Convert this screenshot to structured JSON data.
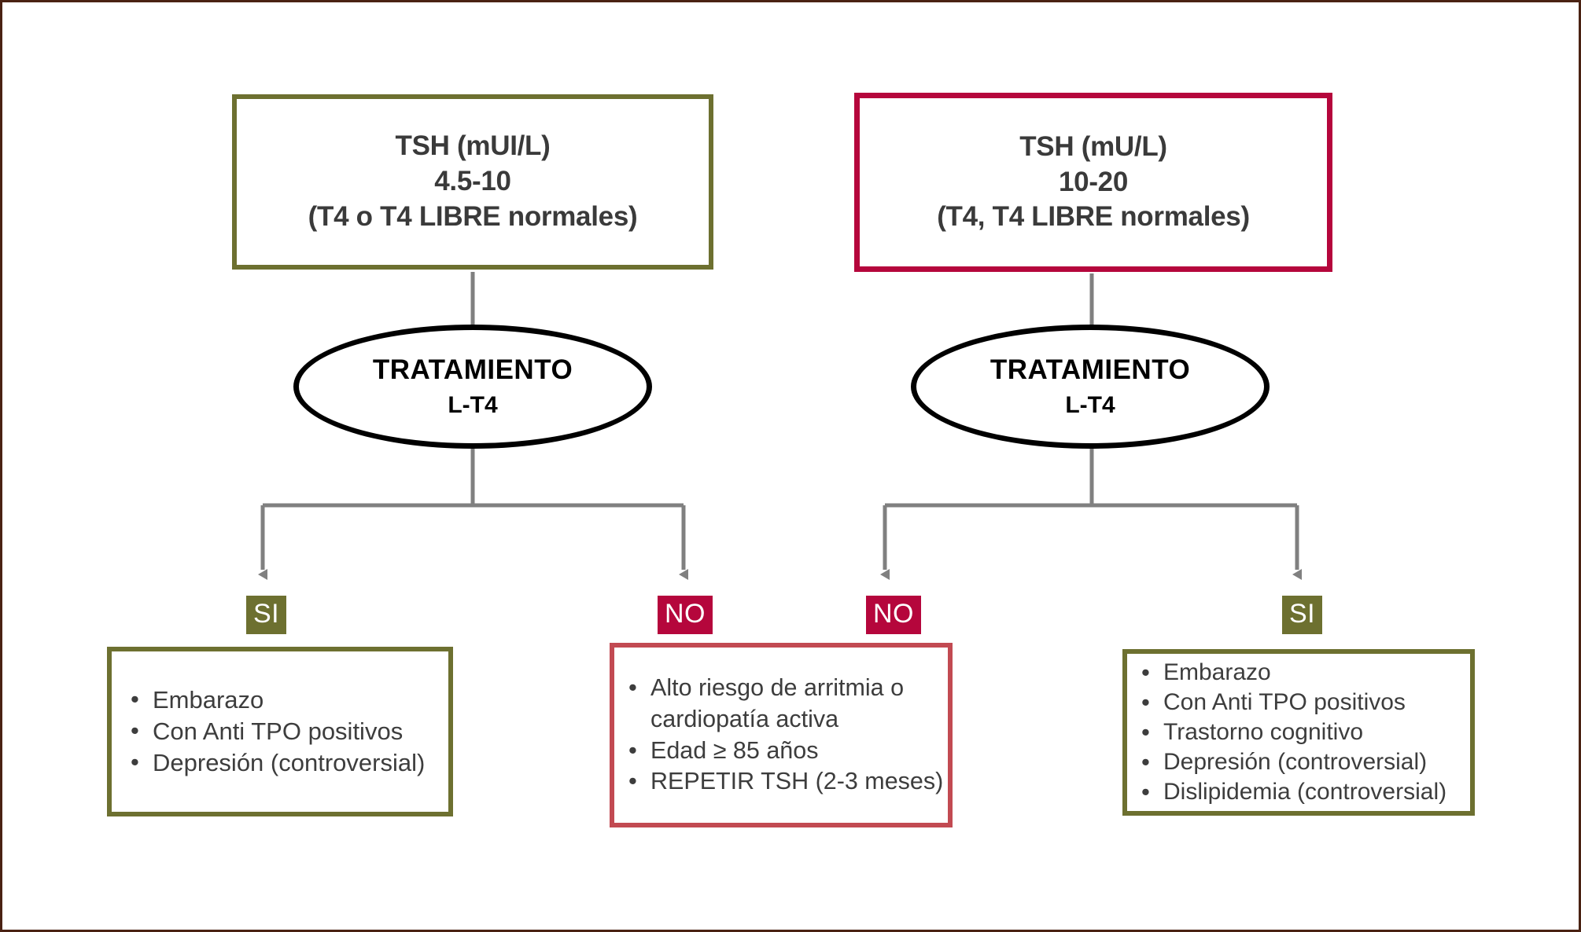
{
  "figure": {
    "kind": "clinical-decision-flowchart",
    "frame_color": "#4a2213",
    "palette": {
      "green": "#6d7030",
      "red": "#b5063c",
      "soft_red": "#c24a52",
      "wire_gray": "#808080",
      "text_gray": "#3d3d3d",
      "black": "#000000"
    }
  },
  "branches": {
    "left": {
      "criterion": {
        "line1": "TSH (mUI/L)",
        "line2": "4.5-10",
        "line3": "(T4 o T4 LIBRE normales)"
      },
      "decision": {
        "title": "TRATAMIENTO",
        "subtitle": "L-T4"
      },
      "outcomes": [
        {
          "badge": "SI",
          "badge_kind": "yes",
          "items": [
            "Embarazo",
            "Con Anti TPO positivos",
            "Depresión (controversial)"
          ]
        },
        {
          "badge": "NO",
          "badge_kind": "no",
          "items": [
            "Alto riesgo de arritmia o cardiopatía activa",
            "Edad ≥ 85 años",
            "REPETIR TSH (2-3 meses)"
          ]
        }
      ]
    },
    "right": {
      "criterion": {
        "line1": "TSH (mU/L)",
        "line2": "10-20",
        "line3": "(T4, T4 LIBRE normales)"
      },
      "decision": {
        "title": "TRATAMIENTO",
        "subtitle": "L-T4"
      },
      "outcomes": [
        {
          "badge": "NO",
          "badge_kind": "no",
          "items": []
        },
        {
          "badge": "SI",
          "badge_kind": "yes",
          "items": [
            "Embarazo",
            "Con Anti TPO positivos",
            "Trastorno cognitivo",
            "Depresión (controversial)",
            "Dislipidemia (controversial)"
          ]
        }
      ]
    }
  }
}
